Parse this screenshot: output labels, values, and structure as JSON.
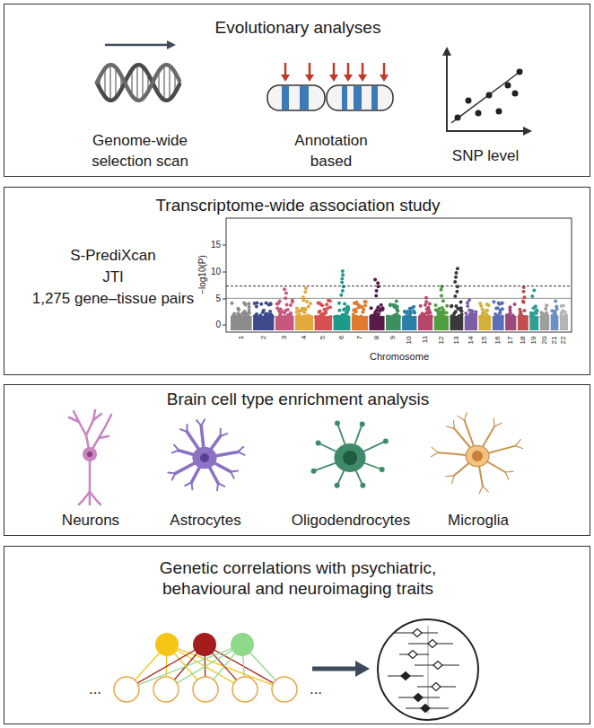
{
  "diagram": {
    "nodes": [
      {
        "text": [
          "Evolutionary analyses",
          "Genome-wide selection scan",
          "Annotation based",
          "SNP level"
        ]
      },
      {
        "text": [
          "Transcriptome-wide association study",
          "S-PrediXcan",
          "JTI",
          "1,275 gene–tissue pairs"
        ]
      },
      {
        "text": [
          "Brain cell type enrichment analysis",
          "Neurons",
          "Astrocytes",
          "Oligodendrocytes",
          "Microglia"
        ]
      },
      {
        "text": [
          "Genetic correlations with psychiatric, behavioural and neuroimaging traits"
        ]
      }
    ],
    "labels": [
      "15",
      "10",
      "5",
      "0",
      "−log10(P)",
      "1",
      "2",
      "3",
      "4",
      "5",
      "6",
      "7",
      "8",
      "9",
      "10",
      "11",
      "12",
      "13",
      "14",
      "15",
      "16",
      "17",
      "18",
      "19",
      "20",
      "21",
      "22",
      "Chromosome",
      "...",
      "..."
    ]
  }
}
